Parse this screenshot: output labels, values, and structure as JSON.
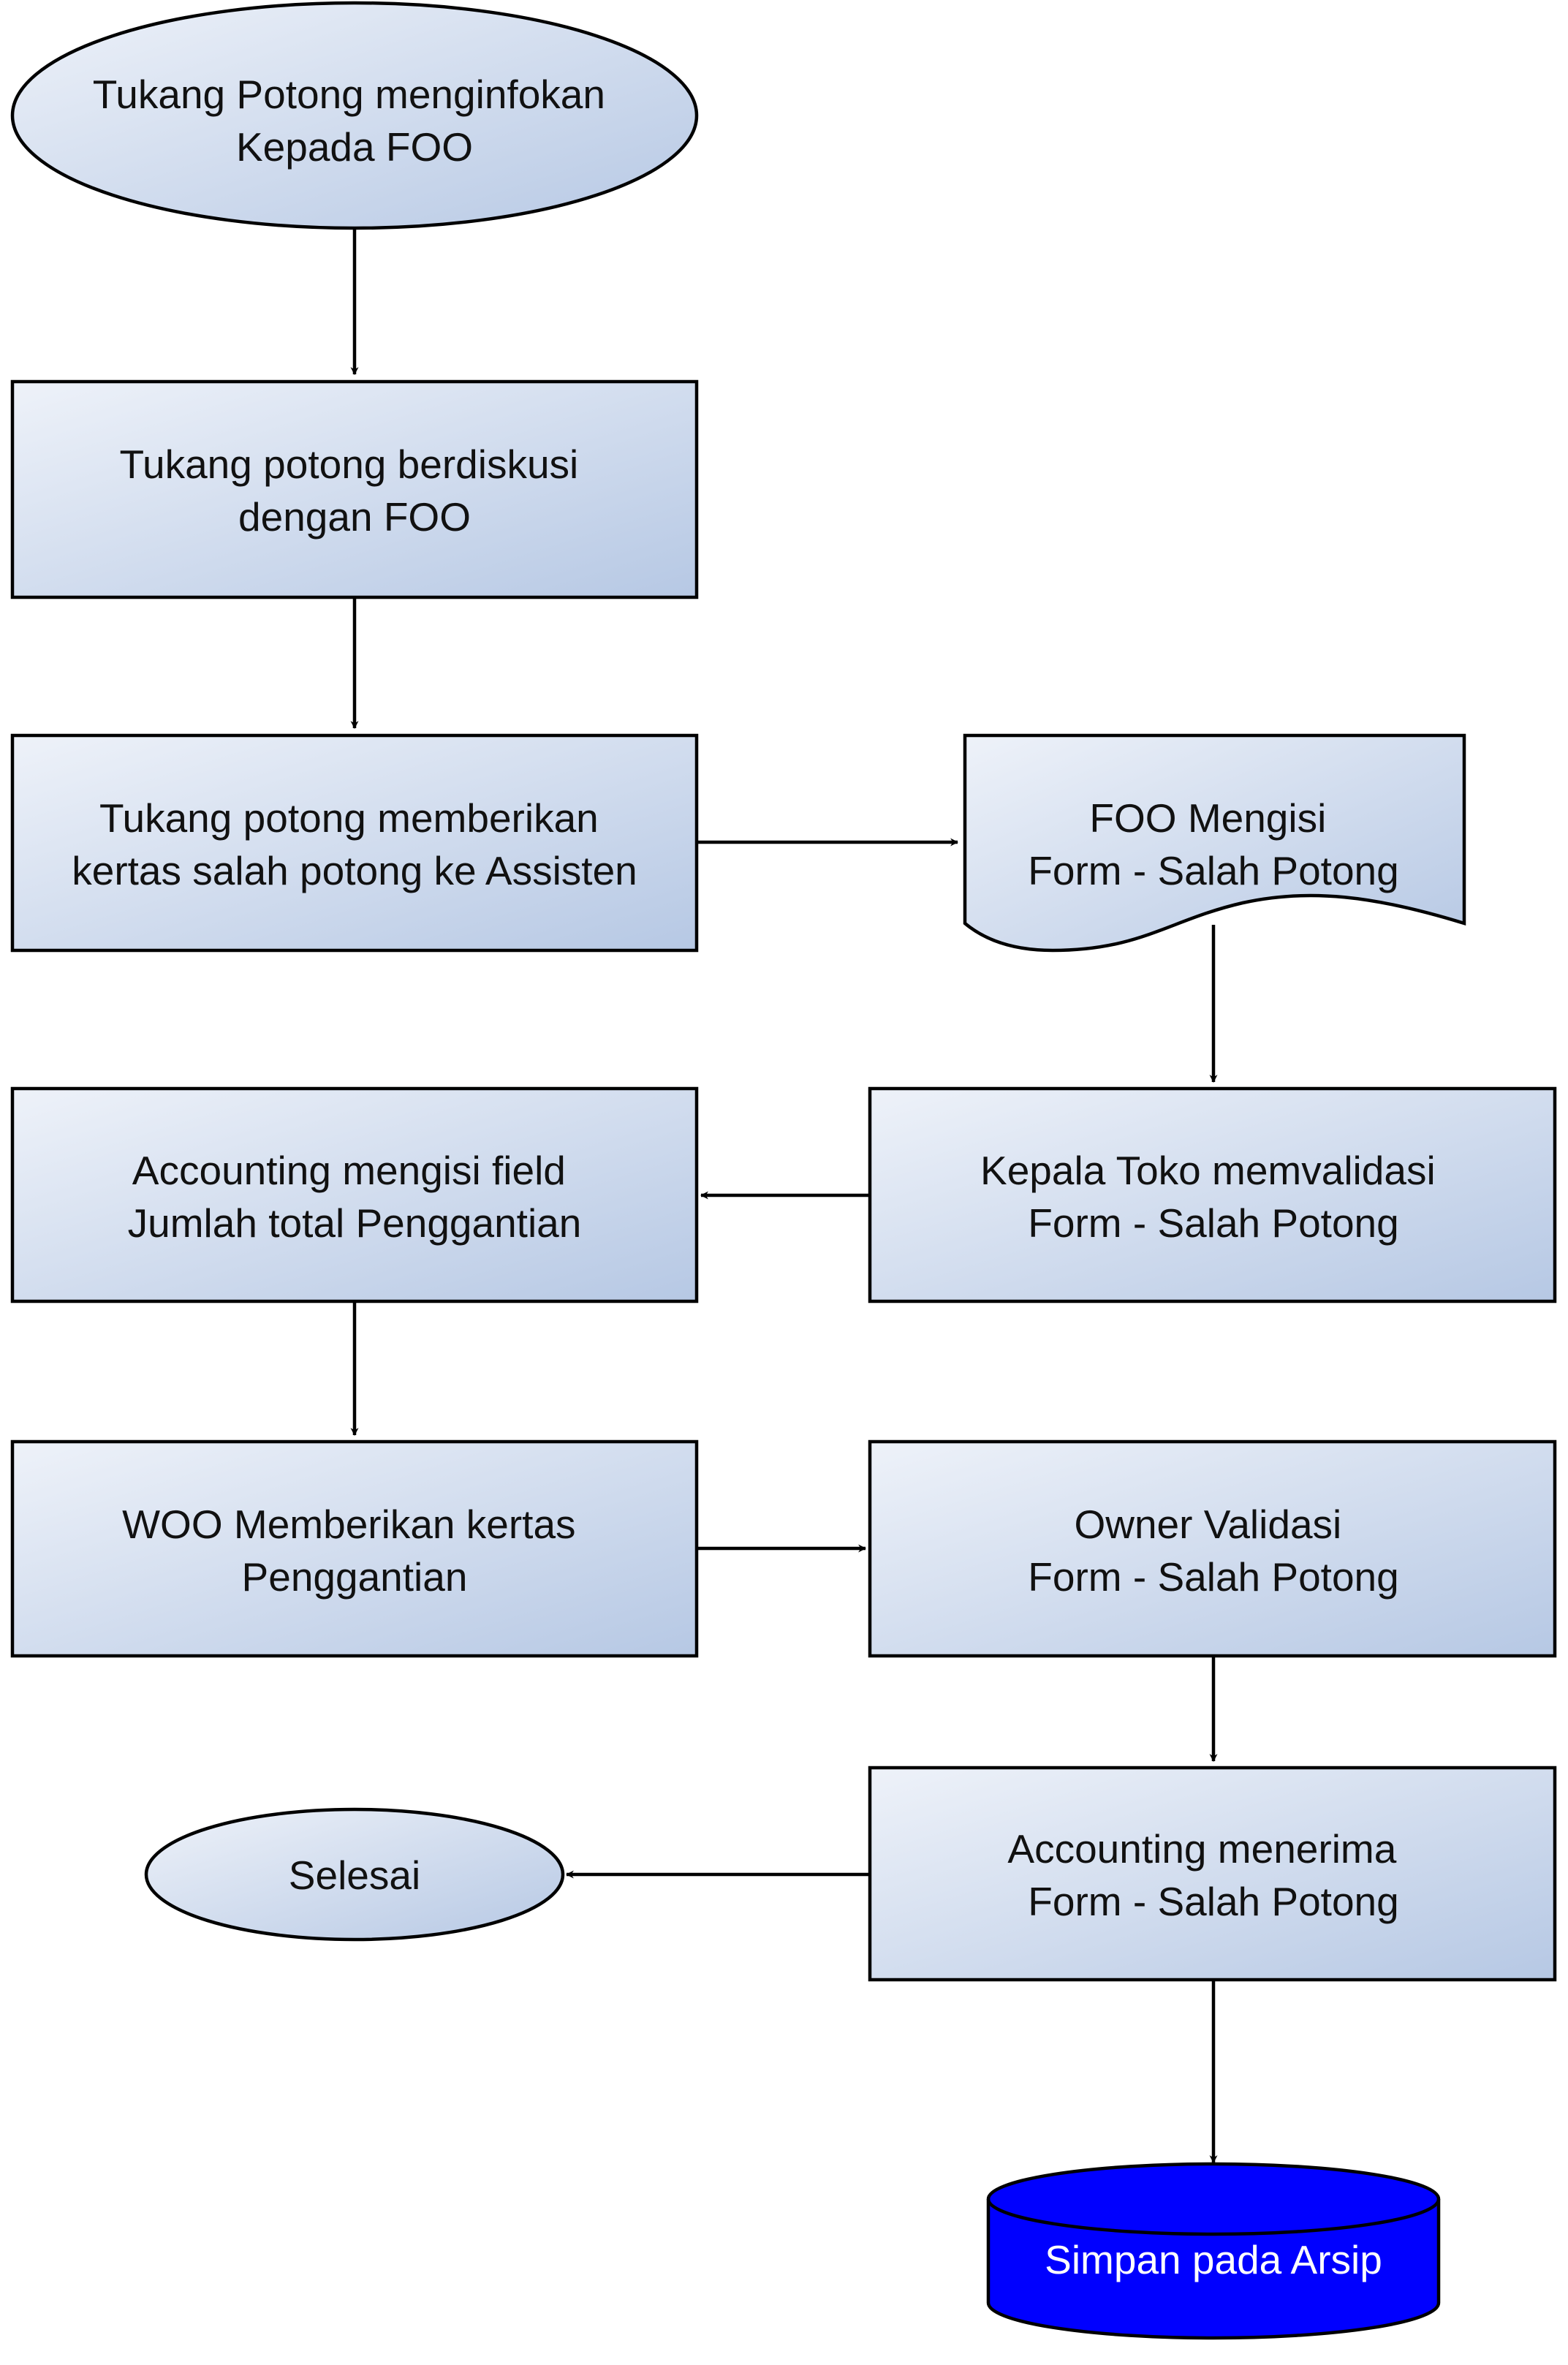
{
  "nodes": {
    "start": [
      "Tukang Potong menginfokan",
      "Kepada FOO"
    ],
    "discuss": [
      "Tukang potong berdiskusi",
      "dengan FOO"
    ],
    "give_paper": [
      "Tukang potong memberikan",
      "kertas salah potong ke Assisten"
    ],
    "foo_fill": [
      "FOO Mengisi",
      "Form - Salah Potong"
    ],
    "head_validate": [
      "Kepala Toko memvalidasi",
      "Form - Salah Potong"
    ],
    "accounting_fill": [
      "Accounting mengisi field",
      "Jumlah total Penggantian"
    ],
    "woo_give": [
      "WOO Memberikan kertas",
      "Penggantian"
    ],
    "owner_validate": [
      "Owner Validasi",
      "Form - Salah Potong"
    ],
    "accounting_receive": [
      "Accounting menerima",
      "Form - Salah Potong"
    ],
    "done": [
      "Selesai"
    ],
    "archive": [
      "Simpan pada Arsip"
    ]
  },
  "colors": {
    "gradient_light": "#eef2f9",
    "gradient_dark": "#b6c8e4",
    "archive_fill": "#0000ff",
    "stroke": "#000000"
  }
}
